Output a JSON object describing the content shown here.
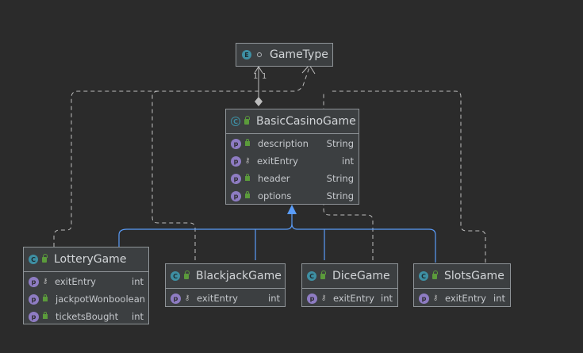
{
  "diagram": {
    "nodes": {
      "gametype": {
        "title": "GameType",
        "kind": "E"
      },
      "basic": {
        "title": "BasicCasinoGame",
        "kind": "C",
        "fields": [
          {
            "name": "description",
            "type": "String",
            "vis": "public"
          },
          {
            "name": "exitEntry",
            "type": "int",
            "vis": "package"
          },
          {
            "name": "header",
            "type": "String",
            "vis": "public"
          },
          {
            "name": "options",
            "type": "String",
            "vis": "public"
          }
        ]
      },
      "lottery": {
        "title": "LotteryGame",
        "kind": "C",
        "fields": [
          {
            "name": "exitEntry",
            "type": "int",
            "vis": "package"
          },
          {
            "name": "jackpotWon",
            "type": "boolean",
            "vis": "public"
          },
          {
            "name": "ticketsBought",
            "type": "int",
            "vis": "public"
          }
        ]
      },
      "blackjack": {
        "title": "BlackjackGame",
        "kind": "C",
        "fields": [
          {
            "name": "exitEntry",
            "type": "int",
            "vis": "package"
          }
        ]
      },
      "dice": {
        "title": "DiceGame",
        "kind": "C",
        "fields": [
          {
            "name": "exitEntry",
            "type": "int",
            "vis": "package"
          }
        ]
      },
      "slots": {
        "title": "SlotsGame",
        "kind": "C",
        "fields": [
          {
            "name": "exitEntry",
            "type": "int",
            "vis": "package"
          }
        ]
      }
    },
    "multiplicity": {
      "source": "1",
      "target": "1"
    },
    "icons": {
      "class_badge": "class-icon",
      "enum_badge": "enum-icon",
      "property_badge": "property-icon",
      "public_vis": "unlock-icon",
      "package_vis": "key-icon"
    },
    "colors": {
      "background": "#2b2b2b",
      "node": "#3c3f41",
      "border": "#8f9498",
      "inheritance": "#5a9cf8",
      "dependency": "#bdbdbd",
      "property_badge": "#8e7cc3",
      "class_badge": "#3e8fa3"
    }
  }
}
